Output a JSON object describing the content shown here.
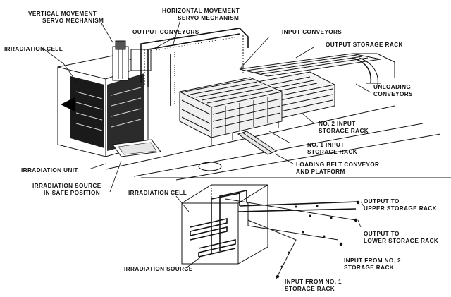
{
  "upper_diagram": {
    "labels": {
      "vertical_servo": "VERTICAL MOVEMENT\nSERVO MECHANISM",
      "horizontal_servo": "HORIZONTAL MOVEMENT\nSERVO MECHANISM",
      "output_conveyors": "OUTPUT CONVEYORS",
      "input_conveyors": "INPUT CONVEYORS",
      "output_storage_rack": "OUTPUT STORAGE RACK",
      "irradiation_cell": "IRRADIATION CELL",
      "unloading_conveyors": "UNLOADING\nCONVEYORS",
      "no2_input_rack": "NO. 2 INPUT\nSTORAGE RACK",
      "no1_input_rack": "NO. 1 INPUT\nSTORAGE RACK",
      "loading_belt": "LOADING BELT CONVEYOR\nAND PLATFORM",
      "irradiation_unit": "IRRADIATION UNIT",
      "source_safe": "IRRADIATION SOURCE\nIN SAFE POSITION"
    }
  },
  "lower_diagram": {
    "labels": {
      "irradiation_cell": "IRRADIATION CELL",
      "irradiation_source": "IRRADIATION SOURCE",
      "output_upper": "OUTPUT TO\nUPPER STORAGE RACK",
      "output_lower": "OUTPUT TO\nLOWER STORAGE RACK",
      "input_no2": "INPUT FROM NO. 2\nSTORAGE RACK",
      "input_no1": "INPUT FROM NO. 1\nSTORAGE RACK"
    }
  }
}
